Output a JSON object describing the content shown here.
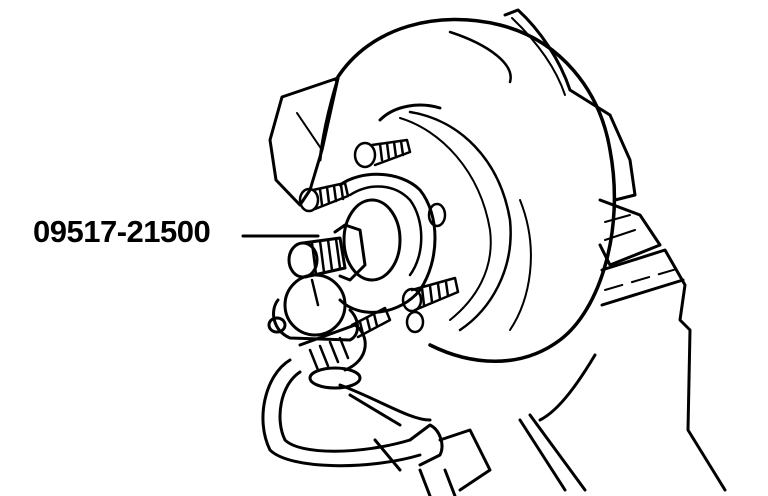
{
  "diagram": {
    "subject": "brake disc and axle hub with dial indicator measuring runout",
    "callouts": [
      {
        "label": "09517-21500",
        "points_to": "hub stud / dial indicator tool"
      }
    ],
    "colors": {
      "line": "#000000",
      "background": "#ffffff"
    }
  }
}
